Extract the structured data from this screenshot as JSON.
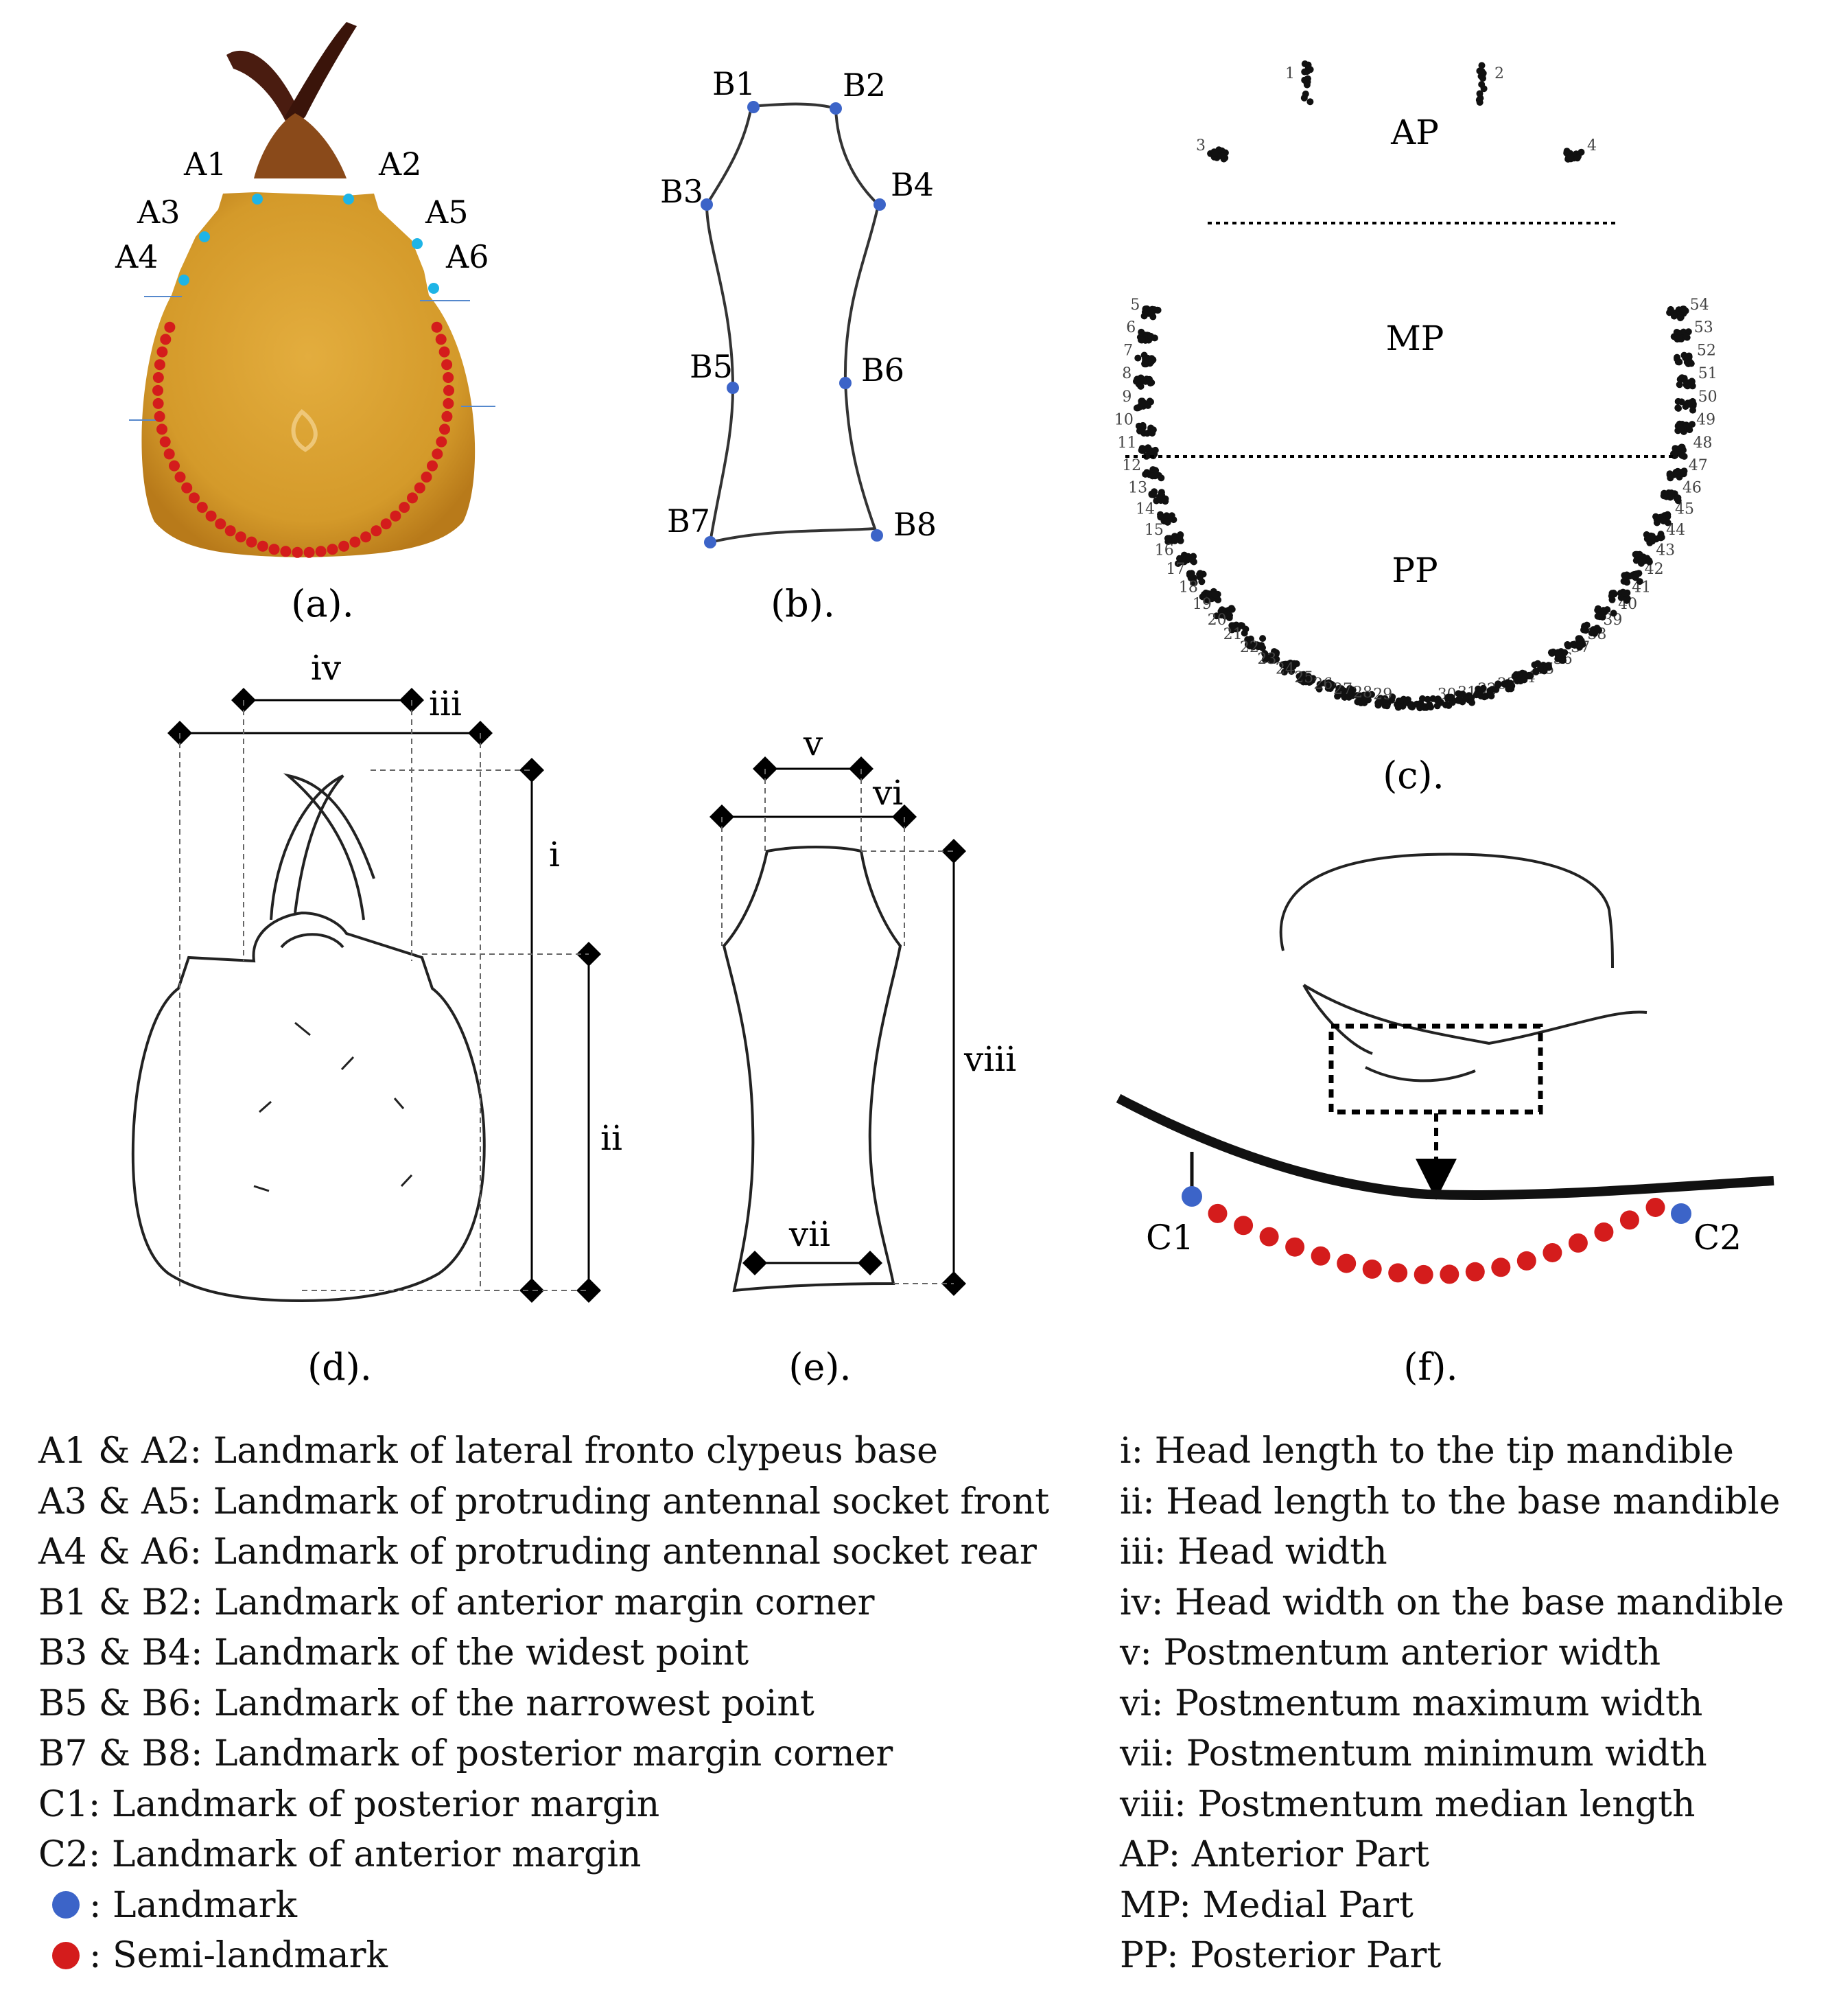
{
  "panels": {
    "a": {
      "caption": "(a).",
      "labels": [
        "A1",
        "A2",
        "A3",
        "A5",
        "A4",
        "A6"
      ]
    },
    "b": {
      "caption": "(b).",
      "labels": [
        "B1",
        "B2",
        "B3",
        "B4",
        "B5",
        "B6",
        "B7",
        "B8"
      ]
    },
    "c": {
      "caption": "(c).",
      "regions": [
        "AP",
        "MP",
        "PP"
      ],
      "point_numbers": [
        "1",
        "2",
        "3",
        "4",
        "5",
        "6",
        "7",
        "8",
        "9",
        "10",
        "11",
        "12",
        "13",
        "14",
        "15",
        "16",
        "17",
        "18",
        "19",
        "20",
        "21",
        "22",
        "23",
        "24",
        "25",
        "26",
        "27",
        "28",
        "29",
        "30",
        "31",
        "32",
        "33",
        "34",
        "35",
        "36",
        "37",
        "38",
        "39",
        "40",
        "41",
        "42",
        "43",
        "44",
        "45",
        "46",
        "47",
        "48",
        "49",
        "50",
        "51",
        "52",
        "53",
        "54"
      ]
    },
    "d": {
      "caption": "(d).",
      "measures": [
        "iv",
        "iii",
        "i",
        "ii"
      ]
    },
    "e": {
      "caption": "(e).",
      "measures": [
        "v",
        "vi",
        "viii",
        "vii"
      ]
    },
    "f": {
      "caption": "(f).",
      "labels": [
        "C1",
        "C2"
      ]
    }
  },
  "legend_left": [
    "A1 & A2: Landmark of lateral fronto clypeus base",
    "A3 & A5: Landmark of protruding antennal socket front",
    "A4 & A6: Landmark of protruding antennal socket rear",
    "B1 & B2: Landmark of anterior margin corner",
    "B3 & B4: Landmark of the widest point",
    "B5 & B6: Landmark of the narrowest point",
    "B7 & B8: Landmark of posterior margin corner",
    "C1: Landmark of posterior margin",
    "C2: Landmark of anterior margin"
  ],
  "legend_keys": [
    {
      "label": ": Landmark",
      "color": "#3c64c8"
    },
    {
      "label": ": Semi-landmark",
      "color": "#d41c1c"
    }
  ],
  "legend_right": [
    "i: Head length to the tip mandible",
    "ii: Head length to the base mandible",
    "iii: Head width",
    "iv: Head width on the base mandible",
    "v: Postmentum anterior width",
    "vi: Postmentum maximum width",
    "vii: Postmentum minimum width",
    "viii: Postmentum median length",
    "AP: Anterior Part",
    "MP: Medial Part",
    "PP: Posterior Part"
  ],
  "colors": {
    "landmark": "#3c64c8",
    "semi_landmark": "#d41c1c",
    "cuticle": "#d8a030",
    "mandible": "#4a1c10",
    "cyan_point": "#1eb4e6"
  }
}
